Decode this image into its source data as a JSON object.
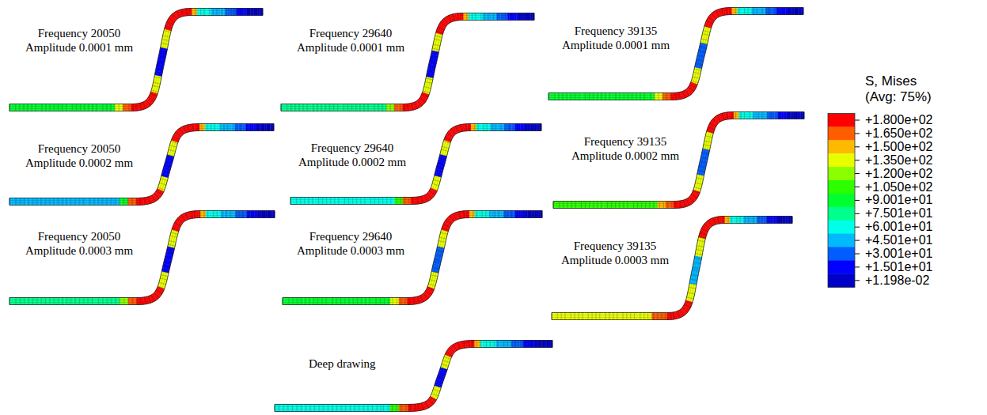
{
  "diagram": {
    "labels": [
      "Frequency 20050",
      "Amplitude 0.0001 mm",
      "Frequency 29640",
      "Amplitude 0.0001 mm",
      "Frequency 39135",
      "Amplitude 0.0001 mm",
      "Frequency 20050",
      "Amplitude 0.0002 mm",
      "Frequency 29640",
      "Amplitude 0.0002 mm",
      "Frequency 39135",
      "Amplitude 0.0002 mm",
      "Frequency 20050",
      "Amplitude 0.0003 mm",
      "Frequency 29640",
      "Amplitude 0.0003 mm",
      "Frequency 39135",
      "Amplitude 0.0003 mm",
      "Deep drawing",
      "S, Mises",
      "(Avg: 75%)"
    ],
    "legend": [
      {
        "text": "+1.800e+02",
        "color": "#ff0000"
      },
      {
        "text": "+1.650e+02",
        "color": "#ff5d00"
      },
      {
        "text": "+1.500e+02",
        "color": "#ffb900"
      },
      {
        "text": "+1.350e+02",
        "color": "#e8ff00"
      },
      {
        "text": "+1.200e+02",
        "color": "#8bff00"
      },
      {
        "text": "+1.050e+02",
        "color": "#2eff00"
      },
      {
        "text": "+9.001e+01",
        "color": "#00ff2e"
      },
      {
        "text": "+7.501e+01",
        "color": "#00ff8b"
      },
      {
        "text": "+6.001e+01",
        "color": "#00ffe8"
      },
      {
        "text": "+4.501e+01",
        "color": "#00b9ff"
      },
      {
        "text": "+3.001e+01",
        "color": "#005dff"
      },
      {
        "text": "+1.501e+01",
        "color": "#0000ff"
      },
      {
        "text": "+1.198e-02",
        "color": "#0000c8"
      }
    ]
  }
}
